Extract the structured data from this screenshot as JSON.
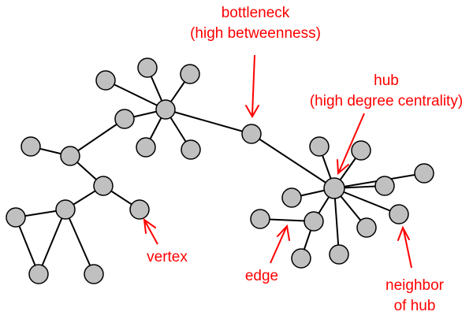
{
  "annotations": {
    "bottleneck": {
      "line1": "bottleneck",
      "line2": "(high betweenness)"
    },
    "hub": {
      "line1": "hub",
      "line2": "(high degree centrality)"
    },
    "vertex": {
      "line1": "vertex"
    },
    "edge": {
      "line1": "edge"
    },
    "neighbor": {
      "line1": "neighbor",
      "line2": "of hub"
    }
  },
  "colors": {
    "node_fill": "#c0c0c0",
    "node_stroke": "#000000",
    "annotation": "#ff0000"
  }
}
